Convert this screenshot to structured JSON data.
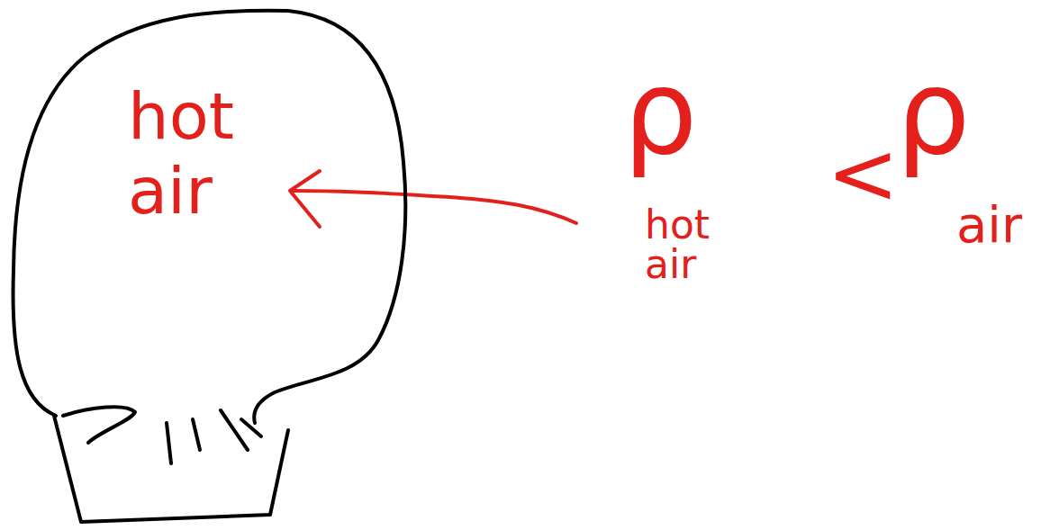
{
  "diagram": {
    "nodes": [
      {
        "text": [
          "hot air"
        ]
      }
    ],
    "labels": [
      "ρ",
      "hot air",
      "<",
      "ρ",
      "air"
    ]
  }
}
